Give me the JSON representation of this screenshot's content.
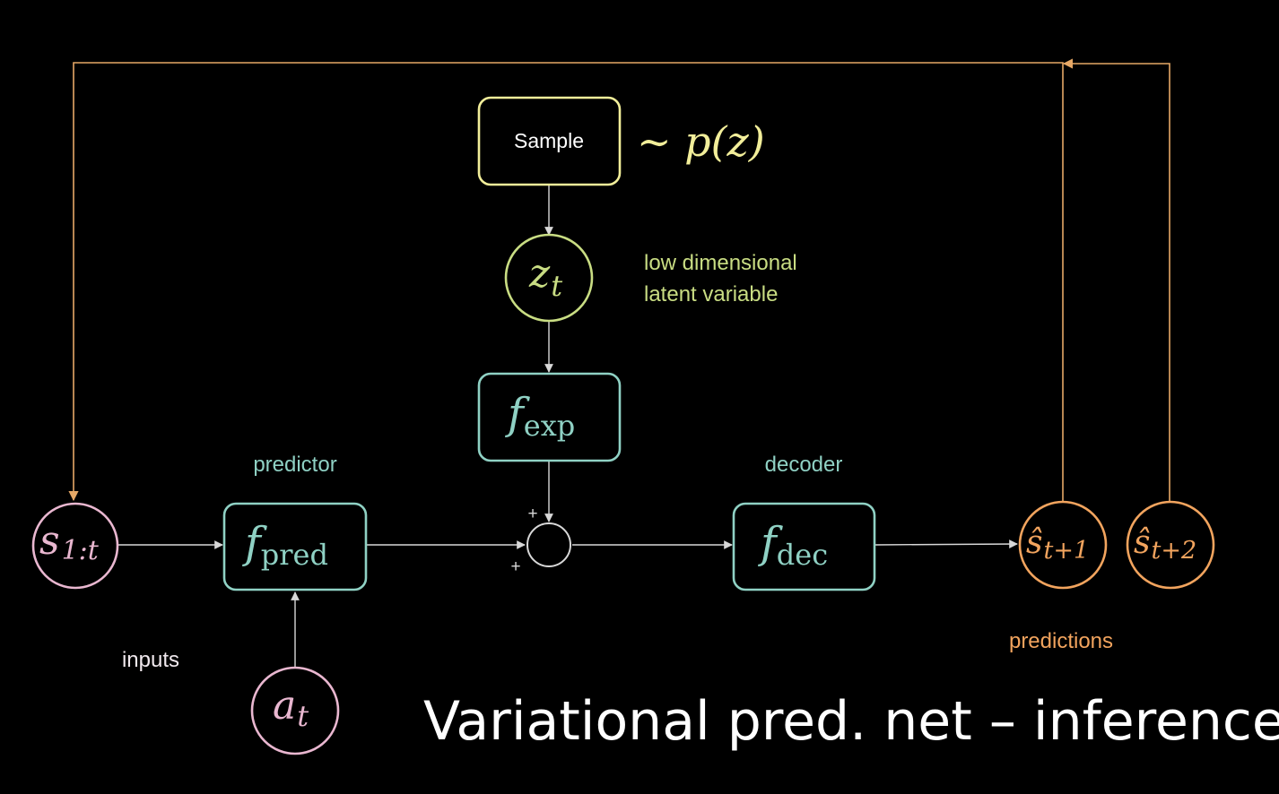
{
  "title": "Variational pred. net – inference",
  "colors": {
    "background": "#000000",
    "sample": "#f2ee9a",
    "latent": "#c9dd83",
    "module": "#8fd1c4",
    "input_node": "#e9b7d0",
    "prediction": "#f2a45e",
    "arrow": "#d8d8d8",
    "feedback": "#e6a866",
    "label_light": "#f1e9ee"
  },
  "nodes": {
    "sample": {
      "label": "Sample",
      "annotation": "∼ p(z)"
    },
    "z": {
      "symbol": "z",
      "subscript": "t",
      "annotation_line1": "low dimensional",
      "annotation_line2": "latent variable"
    },
    "f_exp": {
      "symbol": "f",
      "subscript": "exp"
    },
    "f_pred": {
      "symbol": "f",
      "subscript": "pred",
      "label": "predictor"
    },
    "f_dec": {
      "symbol": "f",
      "subscript": "dec",
      "label": "decoder"
    },
    "s_input": {
      "symbol": "s",
      "subscript": "1:t",
      "label": "inputs"
    },
    "a": {
      "symbol": "a",
      "subscript": "t"
    },
    "sum": {
      "plus_top": "+",
      "plus_left": "+"
    },
    "pred1": {
      "symbol": "ŝ",
      "subscript": "t+1"
    },
    "pred2": {
      "symbol": "ŝ",
      "subscript": "t+2",
      "group_label": "predictions"
    }
  }
}
